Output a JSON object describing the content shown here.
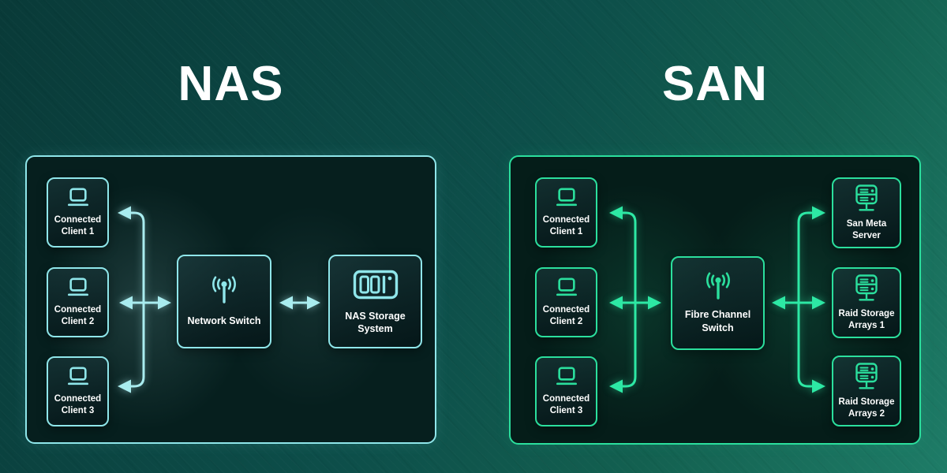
{
  "theme": {
    "nas-accent": "#8fe6ea",
    "nas-arrow": "#a9ecef",
    "san-accent": "#2bdf9d",
    "san-arrow": "#2de8a4",
    "bg-dark": "#093a38",
    "bg-light": "#1e7c67",
    "text-color": "#ffffff"
  },
  "nas": {
    "title": "NAS",
    "clients": [
      "Connected Client 1",
      "Connected Client 2",
      "Connected Client 3"
    ],
    "switch": "Network Switch",
    "storage": "NAS Storage System"
  },
  "san": {
    "title": "SAN",
    "clients": [
      "Connected Client 1",
      "Connected Client 2",
      "Connected Client 3"
    ],
    "switch": "Fibre Channel Switch",
    "nodes": [
      "San Meta Server",
      "Raid Storage Arrays 1",
      "Raid Storage Arrays 2"
    ]
  }
}
